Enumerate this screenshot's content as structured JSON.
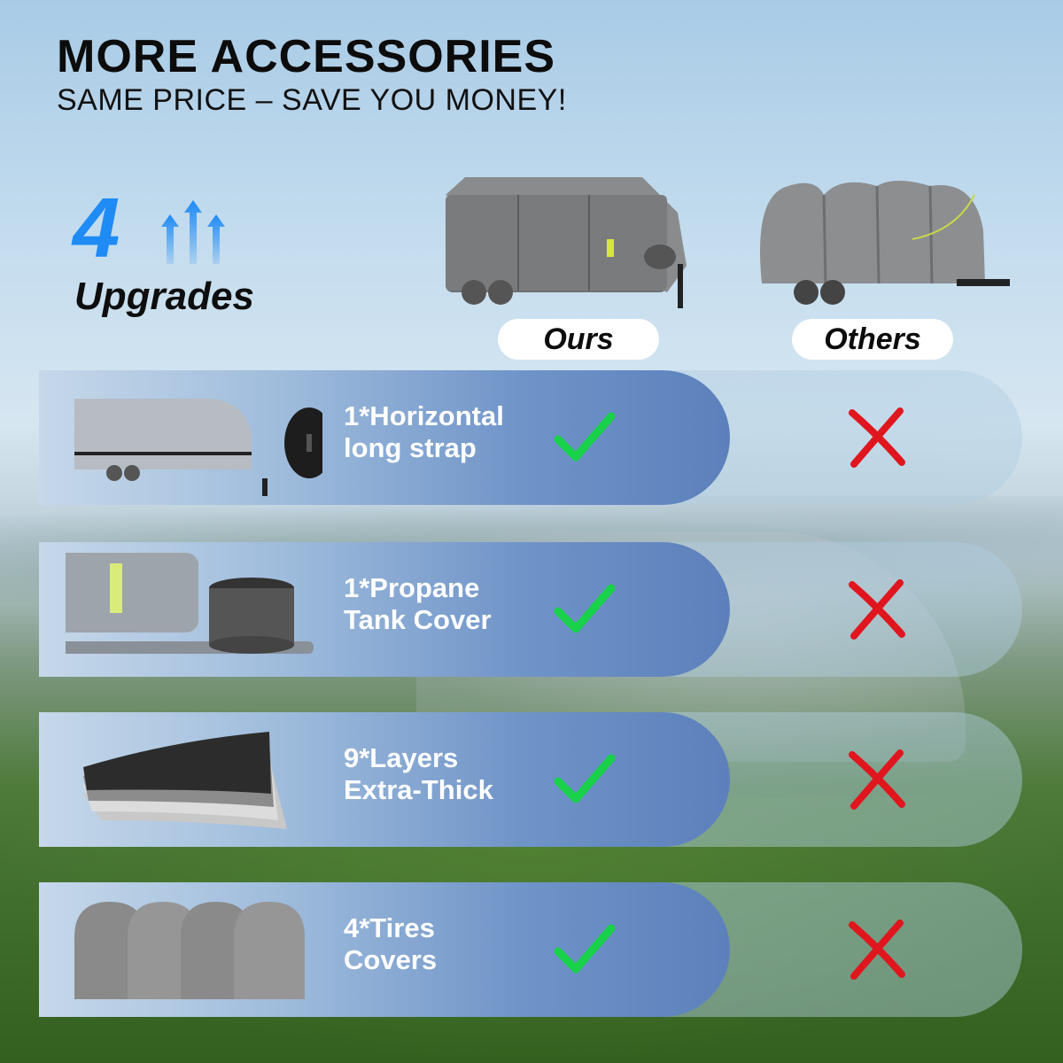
{
  "header": {
    "title": "MORE ACCESSORIES",
    "subtitle": "SAME PRICE – SAVE YOU MONEY!"
  },
  "upgrades": {
    "number": "4",
    "label": "Upgrades"
  },
  "columns": {
    "ours": "Ours",
    "others": "Others"
  },
  "rows": [
    {
      "line1": "1*Horizontal",
      "line2": "long strap",
      "ours": "check-icon",
      "others": "cross-icon"
    },
    {
      "line1": "1*Propane",
      "line2": "Tank Cover",
      "ours": "check-icon",
      "others": "cross-icon"
    },
    {
      "line1": "9*Layers",
      "line2": "Extra-Thick",
      "ours": "check-icon",
      "others": "cross-icon"
    },
    {
      "line1": "4*Tires",
      "line2": "Covers",
      "ours": "check-icon",
      "others": "cross-icon"
    }
  ],
  "colors": {
    "accent_blue": "#1f8bf5",
    "check_green": "#19d14a",
    "cross_red": "#e0161e"
  }
}
